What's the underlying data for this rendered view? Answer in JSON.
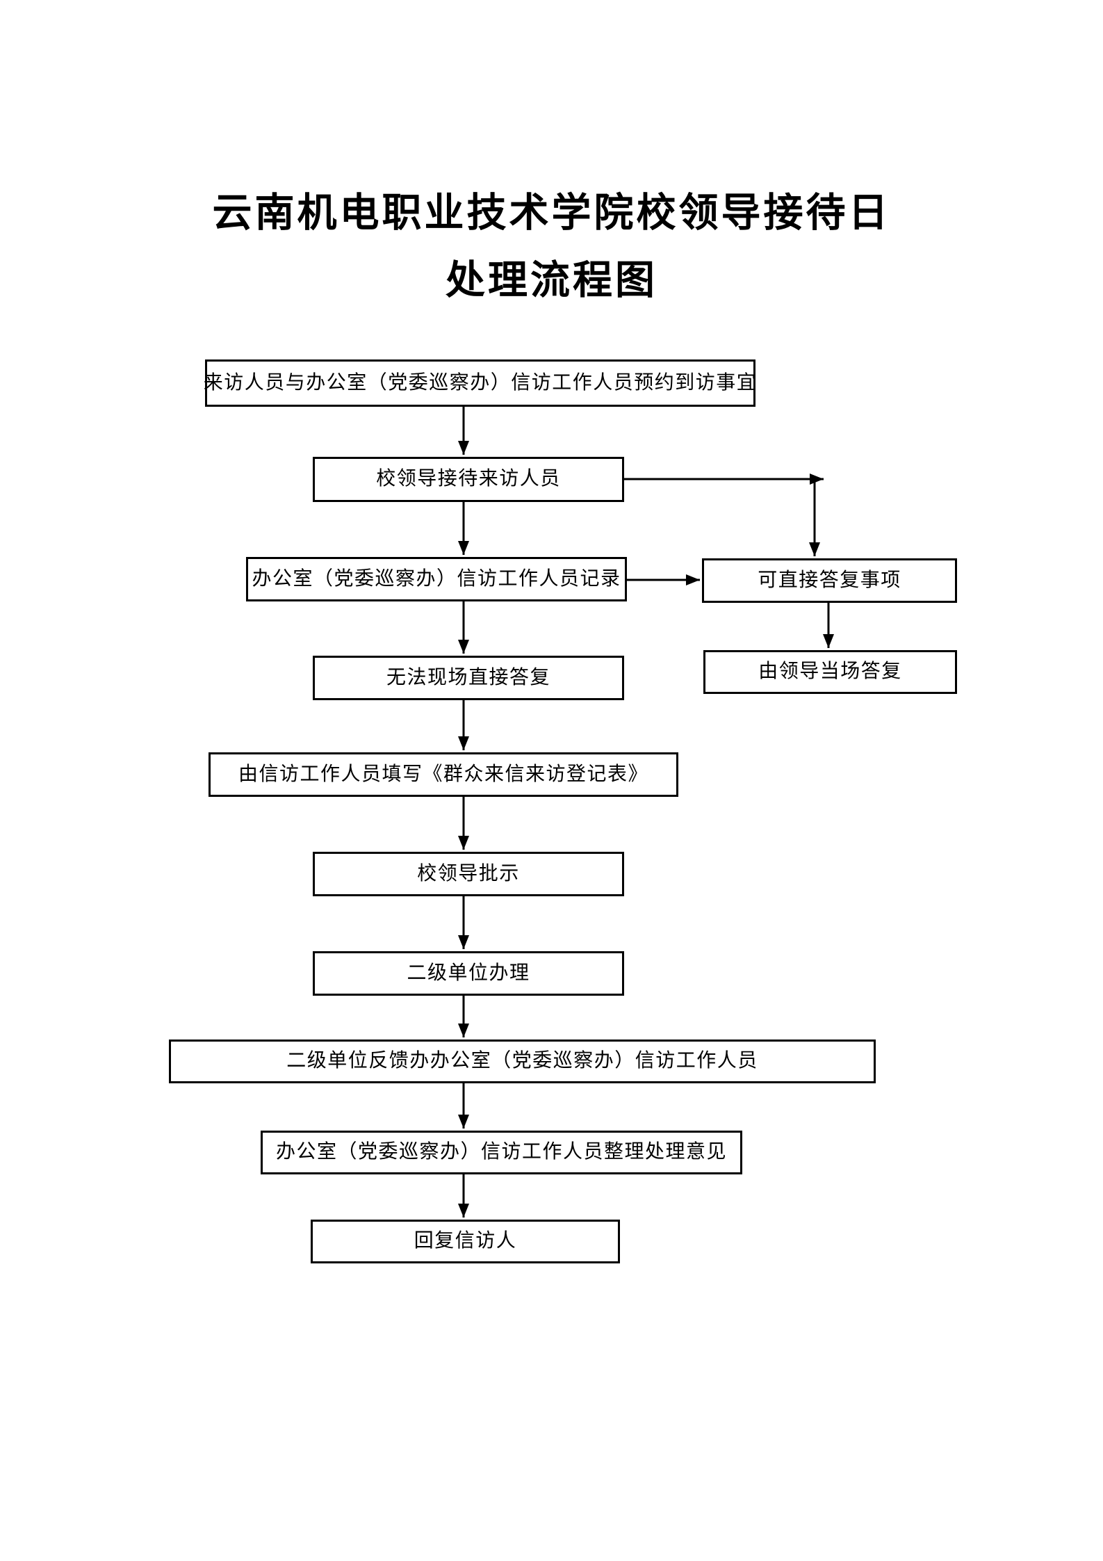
{
  "title": {
    "line1": "云南机电职业技术学院校领导接待日",
    "line2": "处理流程图"
  },
  "colors": {
    "ink": "#000000",
    "background": "#ffffff"
  },
  "flow": {
    "boxes": [
      {
        "id": "appointment",
        "label": "来访人员与办公室（党委巡察办）信访工作人员预约到访事宜"
      },
      {
        "id": "reception",
        "label": "校领导接待来访人员"
      },
      {
        "id": "record",
        "label": "办公室（党委巡察办）信访工作人员记录"
      },
      {
        "id": "direct-reply",
        "label": "可直接答复事项"
      },
      {
        "id": "onsite-reply",
        "label": "由领导当场答复"
      },
      {
        "id": "cannot-reply",
        "label": "无法现场直接答复"
      },
      {
        "id": "fill-form",
        "label": "由信访工作人员填写《群众来信来访登记表》"
      },
      {
        "id": "leader-instruction",
        "label": "校领导批示"
      },
      {
        "id": "unit-handle",
        "label": "二级单位办理"
      },
      {
        "id": "unit-feedback",
        "label": "二级单位反馈办办公室（党委巡察办）信访工作人员"
      },
      {
        "id": "organize-opinion",
        "label": "办公室（党委巡察办）信访工作人员整理处理意见"
      },
      {
        "id": "reply-petitioner",
        "label": "回复信访人"
      }
    ]
  }
}
